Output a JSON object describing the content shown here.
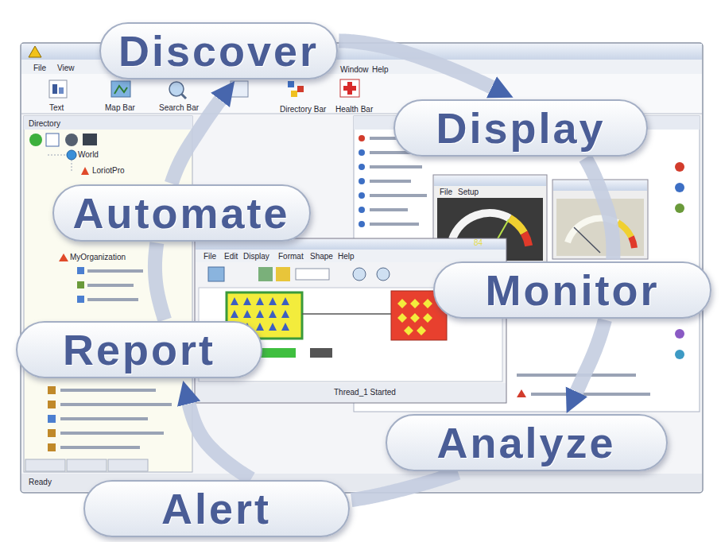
{
  "diagram": {
    "nodes": [
      {
        "text": [
          "Discover"
        ]
      },
      {
        "text": [
          "Display"
        ]
      },
      {
        "text": [
          "Automate"
        ]
      },
      {
        "text": [
          "Monitor"
        ]
      },
      {
        "text": [
          "Report"
        ]
      },
      {
        "text": [
          "Analyze"
        ]
      },
      {
        "text": [
          "Alert"
        ]
      }
    ],
    "edges": [
      {
        "from": 0,
        "to": 1,
        "arrow": "to"
      },
      {
        "from": 1,
        "to": 3,
        "arrow": "none"
      },
      {
        "from": 3,
        "to": 5,
        "arrow": "to"
      },
      {
        "from": 5,
        "to": 6,
        "arrow": "none"
      },
      {
        "from": 6,
        "to": 4,
        "arrow": "to"
      },
      {
        "from": 4,
        "to": 2,
        "arrow": "none"
      },
      {
        "from": 2,
        "to": 0,
        "arrow": "to"
      }
    ],
    "labels": [
      "File",
      "View",
      "Window",
      "Help",
      "Text",
      "Map Bar",
      "Search Bar",
      "Directory Bar",
      "Health Bar",
      "Directory",
      "World",
      "LoriotPro",
      "File",
      "Setup",
      "84",
      "File",
      "Edit",
      "Display",
      "Format",
      "Shape",
      "Help",
      "MyOrganization",
      "Thread_1 Started",
      "Ready"
    ]
  }
}
